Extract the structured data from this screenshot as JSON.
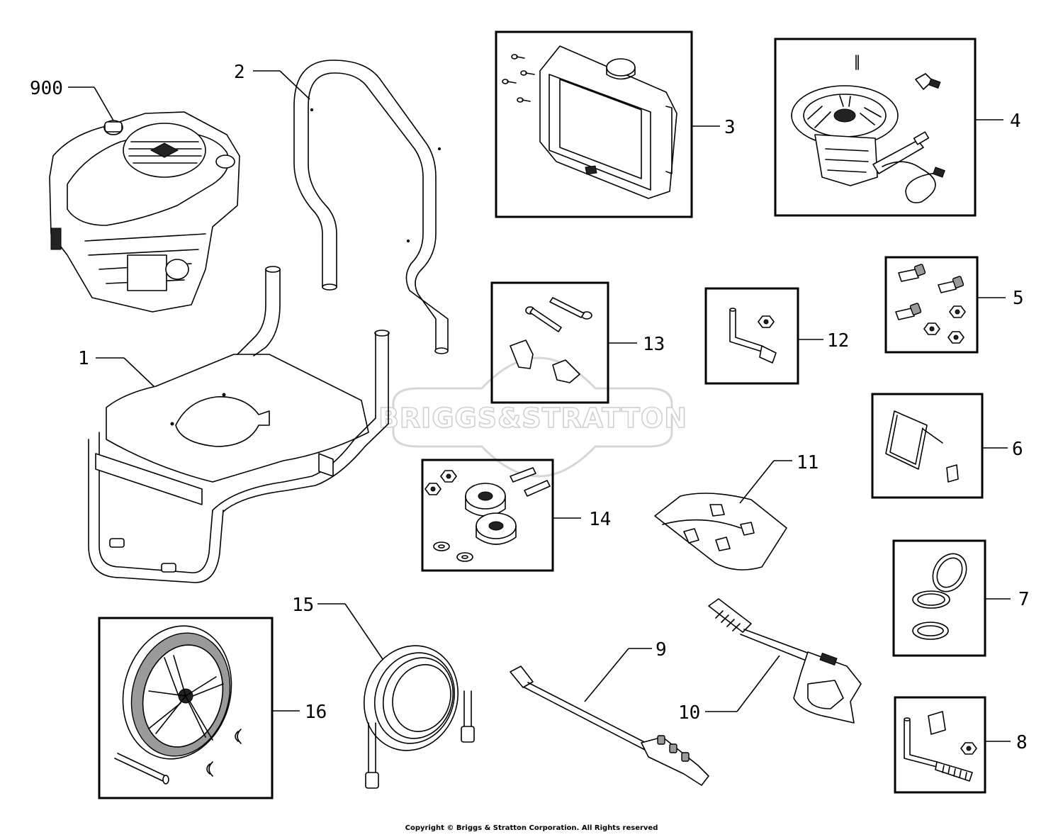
{
  "watermark": "BRIGGS&STRATTON",
  "copyright": "Copyright © Briggs & Stratton Corporation. All Rights reserved",
  "callouts": {
    "p900": "900",
    "p1": "1",
    "p2": "2",
    "p3": "3",
    "p4": "4",
    "p5": "5",
    "p6": "6",
    "p7": "7",
    "p8": "8",
    "p9": "9",
    "p10": "10",
    "p11": "11",
    "p12": "12",
    "p13": "13",
    "p14": "14",
    "p15": "15",
    "p16": "16"
  }
}
